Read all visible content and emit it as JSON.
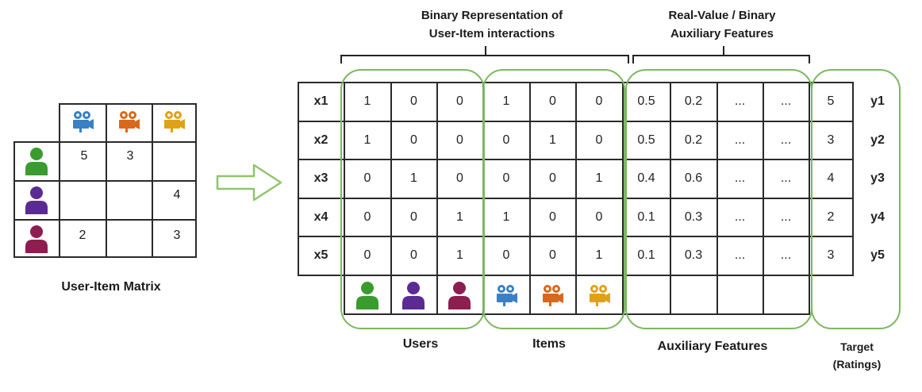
{
  "colors": {
    "user_green": "#3a9b2e",
    "user_purple": "#5b2b94",
    "user_maroon": "#8c1f4f",
    "item_blue": "#3b7fc4",
    "item_orange": "#d8681c",
    "item_gold": "#e0a11a",
    "highlight_green": "#7cb760"
  },
  "user_item_matrix": {
    "label": "User-Item Matrix",
    "rows": [
      {
        "user_icon": "user-green-icon",
        "ratings": [
          "5",
          "3",
          ""
        ]
      },
      {
        "user_icon": "user-purple-icon",
        "ratings": [
          "",
          "",
          "4"
        ]
      },
      {
        "user_icon": "user-maroon-icon",
        "ratings": [
          "2",
          "",
          "3"
        ]
      }
    ],
    "item_icons": [
      "camera-blue-icon",
      "camera-orange-icon",
      "camera-gold-icon"
    ]
  },
  "headers": {
    "binary_line1": "Binary Representation of",
    "binary_line2": "User-Item interactions",
    "aux_line1": "Real-Value / Binary",
    "aux_line2": "Auxiliary Features"
  },
  "feature_matrix": {
    "rows": [
      {
        "x": "x1",
        "users": [
          "1",
          "0",
          "0"
        ],
        "items": [
          "1",
          "0",
          "0"
        ],
        "aux": [
          "0.5",
          "0.2",
          "...",
          "..."
        ],
        "target": "5",
        "y": "y1"
      },
      {
        "x": "x2",
        "users": [
          "1",
          "0",
          "0"
        ],
        "items": [
          "0",
          "1",
          "0"
        ],
        "aux": [
          "0.5",
          "0.2",
          "...",
          "..."
        ],
        "target": "3",
        "y": "y2"
      },
      {
        "x": "x3",
        "users": [
          "0",
          "1",
          "0"
        ],
        "items": [
          "0",
          "0",
          "1"
        ],
        "aux": [
          "0.4",
          "0.6",
          "...",
          "..."
        ],
        "target": "4",
        "y": "y3"
      },
      {
        "x": "x4",
        "users": [
          "0",
          "0",
          "1"
        ],
        "items": [
          "1",
          "0",
          "0"
        ],
        "aux": [
          "0.1",
          "0.3",
          "...",
          "..."
        ],
        "target": "2",
        "y": "y4"
      },
      {
        "x": "x5",
        "users": [
          "0",
          "0",
          "1"
        ],
        "items": [
          "0",
          "0",
          "1"
        ],
        "aux": [
          "0.1",
          "0.3",
          "...",
          "..."
        ],
        "target": "3",
        "y": "y5"
      }
    ]
  },
  "footer_labels": {
    "users": "Users",
    "items": "Items",
    "aux": "Auxiliary Features",
    "target_line1": "Target",
    "target_line2": "(Ratings)"
  }
}
